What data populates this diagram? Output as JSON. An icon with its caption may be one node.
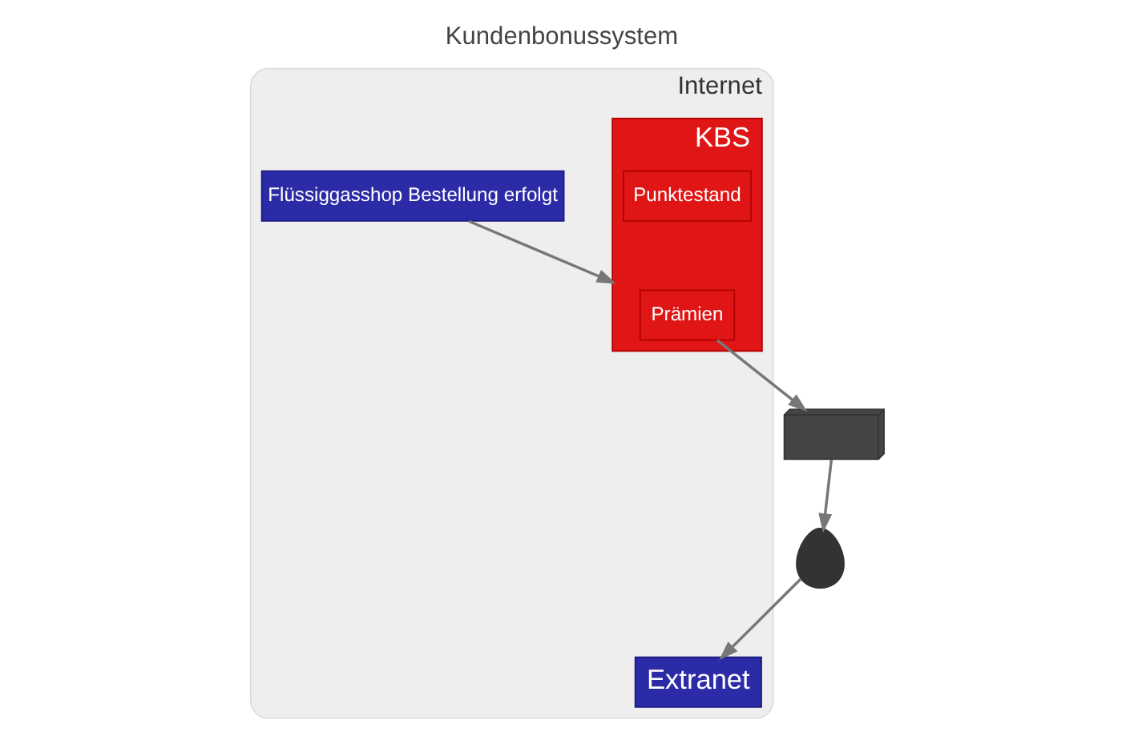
{
  "diagram": {
    "title": "Kundenbonussystem",
    "nodes": [
      {
        "text": [
          "Internet"
        ]
      },
      {
        "text": [],
        "shape": "person"
      },
      {
        "text": [
          "Extranet"
        ],
        "in": 0
      },
      {
        "text": [
          "Flüssiggasshop Bestellung erfolgt"
        ],
        "in": 0
      },
      {
        "text": [
          "KBS"
        ],
        "in": 0
      },
      {
        "text": [
          "Prämien"
        ],
        "in": 4
      },
      {
        "text": [
          "Punktestand"
        ],
        "in": 4
      },
      {
        "text": [],
        "shape": "truck"
      }
    ],
    "edges": [
      {
        "from": 1,
        "to": 2,
        "arrow": "to"
      },
      {
        "from": 3,
        "to": 4,
        "arrow": "to"
      },
      {
        "from": 5,
        "to": 7,
        "arrow": "to"
      },
      {
        "from": 7,
        "to": 1,
        "arrow": "to"
      }
    ]
  }
}
